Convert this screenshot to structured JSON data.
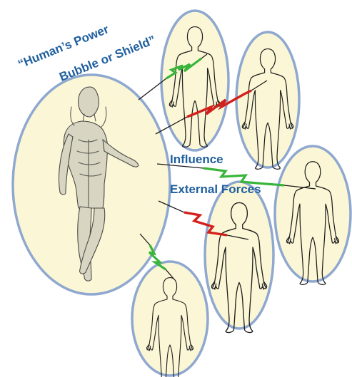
{
  "title": {
    "line1": "“Human’s Power",
    "line2": "Bubble or Shield”"
  },
  "labels": {
    "influence": "Influence",
    "external_forces": "External Forces"
  },
  "colors": {
    "bubble_fill": "#fbf7d6",
    "bubble_stroke": "#8fa8cf",
    "label_blue": "#1f5f9e",
    "influence_green": "#38b53a",
    "force_red": "#d3201b"
  },
  "bolts": [
    {
      "kind": "influence",
      "color": "#38b53a"
    },
    {
      "kind": "external-force",
      "color": "#d3201b"
    },
    {
      "kind": "influence",
      "color": "#38b53a"
    },
    {
      "kind": "external-force",
      "color": "#d3201b"
    },
    {
      "kind": "influence",
      "color": "#38b53a"
    }
  ]
}
